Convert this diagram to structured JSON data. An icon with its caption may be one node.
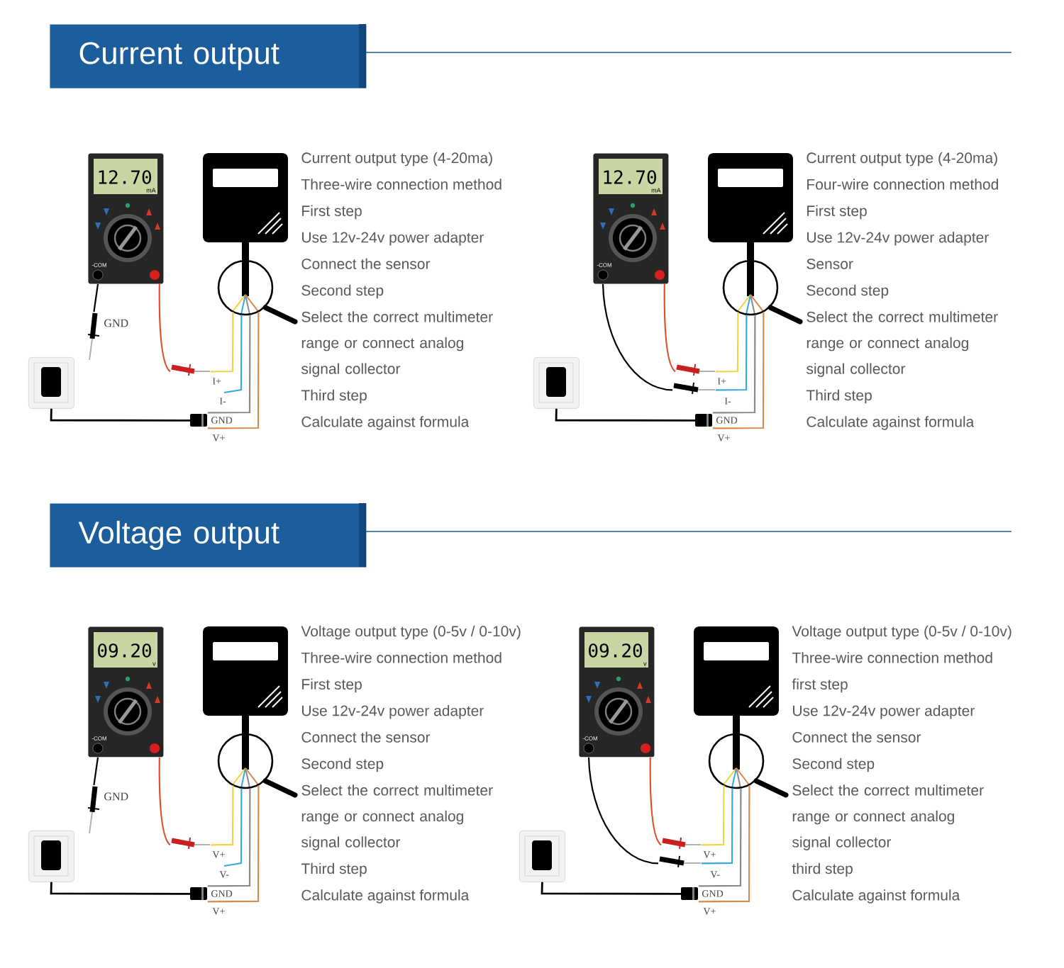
{
  "diagram": {
    "nodes": [
      {
        "text": [
          "Current output"
        ]
      },
      {
        "text": [
          "12.70",
          "mA",
          "-COM"
        ]
      },
      {
        "text": [],
        "shape": "picture"
      },
      {
        "text": [],
        "shape": "picture"
      },
      {
        "text": [],
        "shape": "picture",
        "beside": [
          "GND"
        ]
      },
      {
        "text": [],
        "shape": "picture"
      },
      {
        "text": [],
        "shape": "picture"
      },
      {
        "text": [
          "12.70",
          "mA",
          "-COM"
        ]
      },
      {
        "text": [],
        "shape": "picture"
      },
      {
        "text": [],
        "shape": "picture"
      },
      {
        "text": [],
        "shape": "picture"
      },
      {
        "text": [],
        "shape": "picture"
      },
      {
        "text": [],
        "shape": "picture"
      },
      {
        "text": [
          "Voltage output"
        ]
      },
      {
        "text": [
          "09.20",
          "v",
          "-COM"
        ]
      },
      {
        "text": [],
        "shape": "picture"
      },
      {
        "text": [],
        "shape": "picture"
      },
      {
        "text": [],
        "shape": "picture",
        "beside": [
          "GND"
        ]
      },
      {
        "text": [],
        "shape": "picture"
      },
      {
        "text": [],
        "shape": "picture"
      },
      {
        "text": [
          "09.20",
          "v",
          "-COM"
        ]
      },
      {
        "text": [],
        "shape": "picture"
      },
      {
        "text": [],
        "shape": "picture"
      },
      {
        "text": [],
        "shape": "picture"
      },
      {
        "text": [],
        "shape": "picture"
      },
      {
        "text": [],
        "shape": "picture"
      }
    ],
    "edges": [
      {
        "from": 1,
        "to": 3,
        "arrow": "none",
        "color": "#d9542b"
      },
      {
        "from": 1,
        "to": 4,
        "arrow": "none"
      },
      {
        "from": 3,
        "to": 2,
        "arrow": "none",
        "label": "I+",
        "color": "#f2d444"
      },
      {
        "from": null,
        "to": 2,
        "arrow": "none",
        "label": "I-",
        "color": "#39a9e0"
      },
      {
        "from": 5,
        "to": 6,
        "arrow": "none"
      },
      {
        "from": 6,
        "to": 2,
        "arrow": "none",
        "label": "GND",
        "color": "#8a8a8a"
      },
      {
        "from": 6,
        "to": 2,
        "arrow": "none",
        "label": "V+",
        "color": "#d98a4a"
      },
      {
        "from": 7,
        "to": 9,
        "arrow": "none",
        "color": "#d9542b"
      },
      {
        "from": 7,
        "to": 10,
        "arrow": "none"
      },
      {
        "from": 9,
        "to": 8,
        "arrow": "none",
        "label": "I+",
        "color": "#f2d444"
      },
      {
        "from": 10,
        "to": 8,
        "arrow": "none",
        "label": "I-",
        "color": "#39a9e0"
      },
      {
        "from": 11,
        "to": 12,
        "arrow": "none"
      },
      {
        "from": 12,
        "to": 8,
        "arrow": "none",
        "label": "GND",
        "color": "#8a8a8a"
      },
      {
        "from": 12,
        "to": 8,
        "arrow": "none",
        "label": "V+",
        "color": "#d98a4a"
      },
      {
        "from": 14,
        "to": 16,
        "arrow": "none",
        "color": "#d9542b"
      },
      {
        "from": 14,
        "to": 17,
        "arrow": "none"
      },
      {
        "from": 16,
        "to": 15,
        "arrow": "none",
        "label": "V+",
        "color": "#f2d444"
      },
      {
        "from": null,
        "to": 15,
        "arrow": "none",
        "label": "V-",
        "color": "#39a9e0"
      },
      {
        "from": 18,
        "to": 19,
        "arrow": "none"
      },
      {
        "from": 19,
        "to": 15,
        "arrow": "none",
        "label": "GND",
        "color": "#8a8a8a"
      },
      {
        "from": 19,
        "to": 15,
        "arrow": "none",
        "label": "V+",
        "color": "#d98a4a"
      },
      {
        "from": 20,
        "to": 22,
        "arrow": "none",
        "color": "#d9542b"
      },
      {
        "from": 20,
        "to": 23,
        "arrow": "none"
      },
      {
        "from": 22,
        "to": 21,
        "arrow": "none",
        "label": "V+",
        "color": "#f2d444"
      },
      {
        "from": 23,
        "to": 21,
        "arrow": "none",
        "label": "V-",
        "color": "#39a9e0"
      },
      {
        "from": 24,
        "to": 25,
        "arrow": "none"
      },
      {
        "from": 25,
        "to": 21,
        "arrow": "none",
        "label": "GND",
        "color": "#8a8a8a"
      },
      {
        "from": 25,
        "to": 21,
        "arrow": "none",
        "label": "V+",
        "color": "#d98a4a"
      }
    ],
    "labels": [
      "Current output type (4-20ma)",
      "Three-wire connection method",
      "First step",
      "Use 12v-24v power adapter",
      "Connect the sensor",
      "Second step",
      "Select the correct multimeter range or connect analog signal collector",
      "Third step",
      "Calculate against formula",
      "Current output type (4-20ma)",
      "Four-wire connection method",
      "First step",
      "Use 12v-24v power adapter",
      "Sensor",
      "Second step",
      "Select the correct multimeter range or connect analog signal collector",
      "Third step",
      "Calculate against formula",
      "Voltage output type (0-5v / 0-10v)",
      "Three-wire connection method",
      "First step",
      "Use 12v-24v power adapter",
      "Connect the sensor",
      "Second step",
      "Select the correct multimeter range or connect analog signal collector",
      "Third step",
      "Calculate against formula",
      "Voltage output type (0-5v / 0-10v)",
      "Three-wire connection method",
      "first step",
      "Use 12v-24v power adapter",
      "Connect the sensor",
      "Second step",
      "Select the correct multimeter range or connect analog signal collector",
      "third step",
      "Calculate against formula"
    ]
  }
}
